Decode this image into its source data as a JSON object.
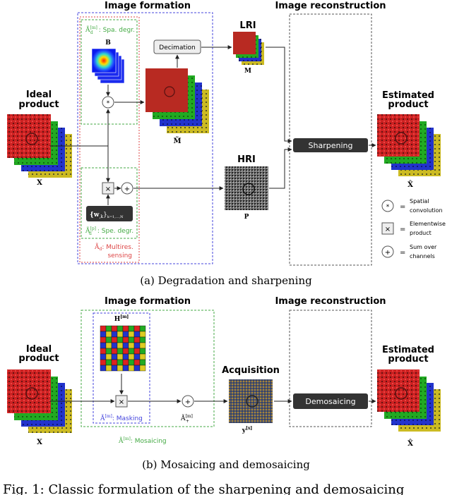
{
  "panel_a": {
    "image_formation": "Image formation",
    "image_reconstruction": "Image reconstruction",
    "ideal_product": [
      "Ideal",
      "product"
    ],
    "x_label": "X",
    "spa_degr": ": Spa. degr.",
    "spa_sym": "Ã",
    "spa_sup": "[m]",
    "spa_sub": "d",
    "b_label": "B",
    "decimation": "Decimation",
    "lri": "LRI",
    "m_label": "M",
    "mhat_label": "M̃",
    "hri": "HRI",
    "p_label": "P",
    "spe_degr": ": Spe. degr.",
    "spe_sym": "Ã",
    "spe_sup": "[p]",
    "spe_sub": "d",
    "weights": "{w",
    "weights_sub": ",k",
    "weights_tail": "}",
    "weights_range": "k=1,...,N",
    "multires": [
      ": Multires.",
      "sensing"
    ],
    "multires_sym": "Ã",
    "multires_sub": "d",
    "sharpening": "Sharpening",
    "estimated_product": [
      "Estimated",
      "product"
    ],
    "xhat_label": "X̂",
    "caption": "(a) Degradation and sharpening"
  },
  "legend": {
    "items": [
      {
        "symbol": "*",
        "lines": [
          "Spatial",
          "convolution"
        ]
      },
      {
        "symbol": "×",
        "lines": [
          "Elementwise",
          "product"
        ]
      },
      {
        "symbol": "+",
        "lines": [
          "Sum over",
          "channels"
        ]
      }
    ],
    "eq": "="
  },
  "panel_b": {
    "image_formation": "Image formation",
    "image_reconstruction": "Image reconstruction",
    "ideal_product": [
      "Ideal",
      "product"
    ],
    "x_label": "X",
    "h_label": "H",
    "h_sup": "[m]",
    "masking": ": Masking",
    "masking_sym": "Ã",
    "masking_sup": "[m]",
    "plus_sym": "Ã",
    "plus_sup": "[m]",
    "plus_sub": "+",
    "mosaicing": ": Mosaicing",
    "mosaicing_sym": "Ã",
    "mosaicing_sup": "[m]",
    "acquisition": "Acquisition",
    "y_label": "y",
    "y_sup": "[x]",
    "demosaicing": "Demosaicing",
    "estimated_product": [
      "Estimated",
      "product"
    ],
    "xhat_label": "X̂",
    "caption": "(b) Mosaicing and demosaicing"
  },
  "fig_caption": "Fig. 1: Classic formulation of the sharpening and demosaicing",
  "colors": {
    "blue_dash": "#4444dd",
    "green_dash": "#44aa44",
    "red_dash": "#dd4444",
    "gray_dash": "#555555",
    "dark_box": "#333333"
  }
}
